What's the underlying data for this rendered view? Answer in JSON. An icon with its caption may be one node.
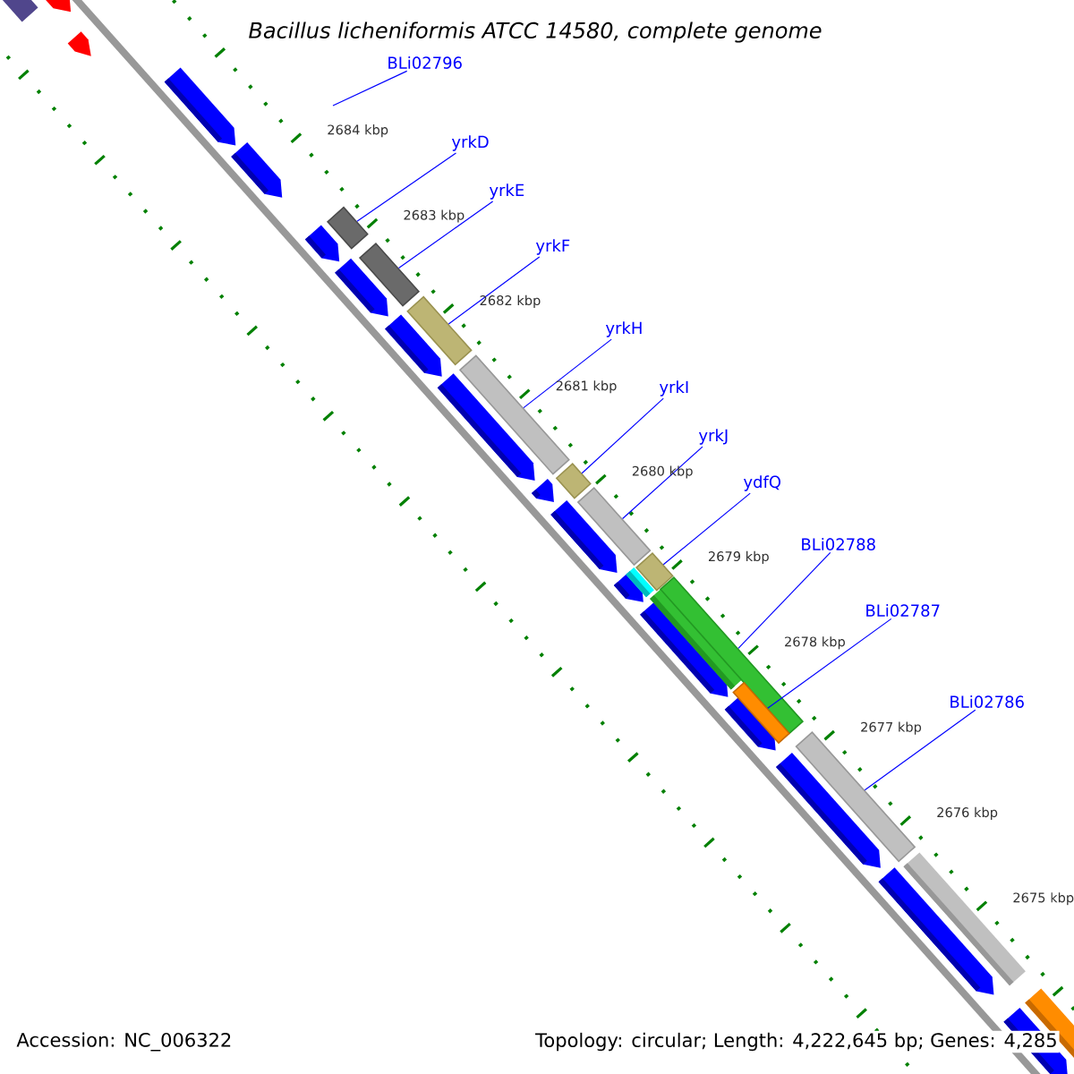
{
  "diagram": {
    "title": "Bacillus licheniformis ATCC 14580, complete genome",
    "nodes": [
      {
        "text": [
          "BLi02796"
        ]
      },
      {
        "text": [
          "yrkD"
        ]
      },
      {
        "text": [
          "yrkE"
        ]
      },
      {
        "text": [
          "yrkF"
        ]
      },
      {
        "text": [
          "yrkH"
        ]
      },
      {
        "text": [
          "yrkI"
        ]
      },
      {
        "text": [
          "yrkJ"
        ]
      },
      {
        "text": [
          "ydfQ"
        ]
      },
      {
        "text": [
          "BLi02788"
        ]
      },
      {
        "text": [
          "BLi02787"
        ]
      },
      {
        "text": [
          "BLi02786"
        ]
      },
      {
        "text": [],
        "shape": "bar"
      },
      {
        "text": [],
        "shape": "bar"
      },
      {
        "text": [],
        "shape": "bar"
      },
      {
        "text": [],
        "shape": "bar"
      },
      {
        "text": [],
        "shape": "bar"
      },
      {
        "text": [],
        "shape": "bar"
      },
      {
        "text": [],
        "shape": "bar"
      },
      {
        "text": [],
        "shape": "bar"
      },
      {
        "text": [],
        "shape": "bar"
      },
      {
        "text": [],
        "shape": "bar"
      }
    ],
    "edges": [
      {
        "from": 0,
        "to": null,
        "arrow": "none"
      },
      {
        "from": 1,
        "to": 11,
        "arrow": "none"
      },
      {
        "from": 2,
        "to": 12,
        "arrow": "none"
      },
      {
        "from": 3,
        "to": 13,
        "arrow": "none"
      },
      {
        "from": 4,
        "to": 14,
        "arrow": "none"
      },
      {
        "from": 5,
        "to": 15,
        "arrow": "none"
      },
      {
        "from": 6,
        "to": 16,
        "arrow": "none"
      },
      {
        "from": 7,
        "to": 17,
        "arrow": "none"
      },
      {
        "from": 8,
        "to": 18,
        "arrow": "none"
      },
      {
        "from": 9,
        "to": 19,
        "arrow": "none"
      },
      {
        "from": 10,
        "to": 20,
        "arrow": "none"
      }
    ],
    "labels": [
      "2684 kbp",
      "2683 kbp",
      "2682 kbp",
      "2681 kbp",
      "2680 kbp",
      "2679 kbp",
      "2678 kbp",
      "2677 kbp",
      "2676 kbp",
      "2675 kbp",
      "Accession: NC_006322",
      "Topology: circular; Length: 4,222,645 bp; Genes: 4,285"
    ]
  }
}
